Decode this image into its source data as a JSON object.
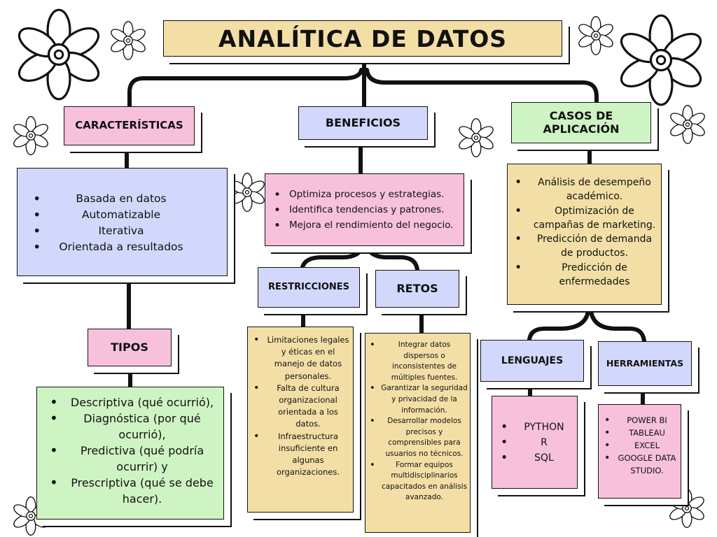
{
  "title": "ANALÍTICA DE DATOS",
  "caracteristicas": {
    "header": "CARACTERÍSTICAS",
    "items": [
      "Basada en datos",
      "Automatizable",
      "Iterativa",
      "Orientada a resultados"
    ]
  },
  "tipos": {
    "header": "TIPOS",
    "items": [
      "Descriptiva (qué ocurrió),",
      "Diagnóstica (por qué ocurrió),",
      "Predictiva (qué podría ocurrir) y",
      "Prescriptiva (qué se debe hacer)."
    ]
  },
  "beneficios": {
    "header": "BENEFICIOS",
    "items": [
      "Optimiza procesos y estrategias.",
      "Identifica tendencias y patrones.",
      "Mejora el rendimiento del negocio."
    ]
  },
  "restricciones": {
    "header": "RESTRICCIONES",
    "items": [
      "Limitaciones legales y éticas en el manejo de datos personales.",
      "Falta de cultura organizacional orientada a los datos.",
      "Infraestructura insuficiente en algunas organizaciones."
    ]
  },
  "retos": {
    "header": "RETOS",
    "items": [
      "Integrar datos dispersos o inconsistentes de múltiples fuentes.",
      "Garantizar la seguridad y privacidad de la información.",
      "Desarrollar modelos precisos y comprensibles para usuarios no técnicos.",
      "Formar equipos multidisciplinarios capacitados en análisis avanzado."
    ]
  },
  "casos": {
    "header": "CASOS DE APLICACIÓN",
    "items": [
      "Análisis de desempeño académico.",
      "Optimización de campañas de marketing.",
      "Predicción de demanda de productos.",
      "Predicción de enfermedades"
    ]
  },
  "lenguajes": {
    "header": "LENGUAJES",
    "items": [
      "PYTHON",
      "R",
      "SQL"
    ]
  },
  "herramientas": {
    "header": "HERRAMIENTAS",
    "items": [
      "POWER BI",
      "TABLEAU",
      "EXCEL",
      "GOOGLE DATA STUDIO."
    ]
  },
  "decorations": {
    "icon": "flower-icon"
  },
  "colors": {
    "pink": "#f7c1dc",
    "blue": "#d2d8fb",
    "green": "#cff4c3",
    "tan": "#f3dfa6",
    "ink": "#111111"
  }
}
